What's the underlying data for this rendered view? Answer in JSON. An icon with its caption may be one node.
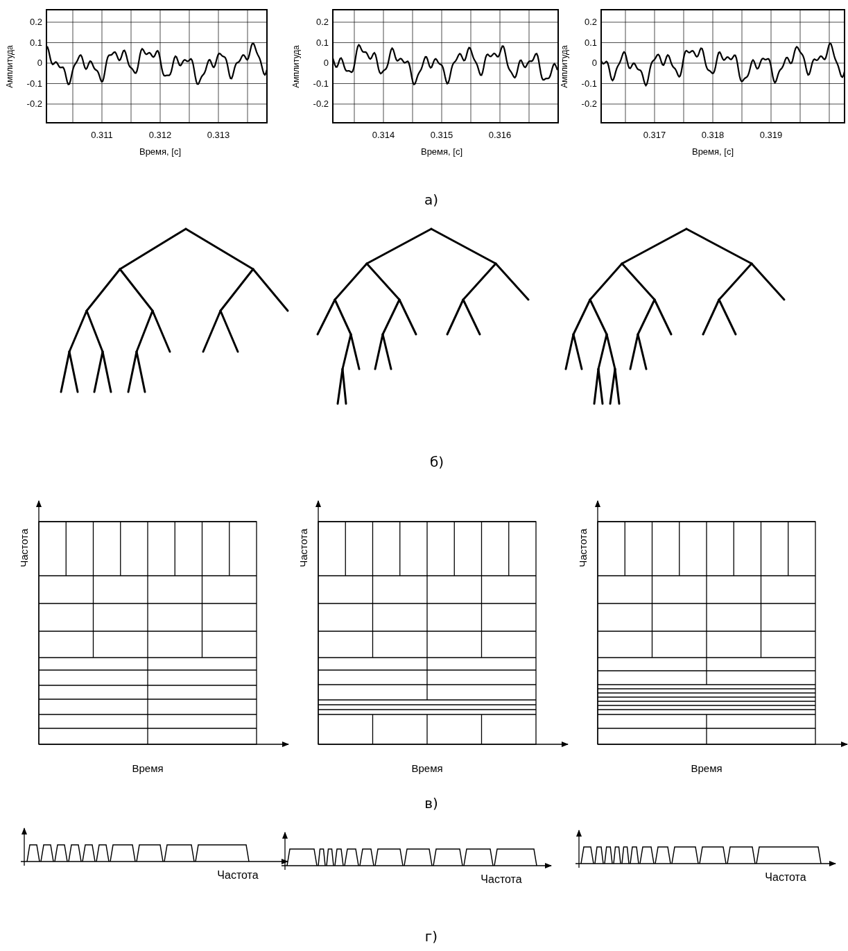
{
  "diagram": {
    "labels": [
      "0.2",
      "0.1",
      "0",
      "-0.1",
      "-0.2",
      "Амплитуда",
      "0.311",
      "0.312",
      "0.313",
      "Время, [с]",
      "0.2",
      "0.1",
      "0",
      "-0.1",
      "-0.2",
      "Амплитуда",
      "0.314",
      "0.315",
      "0.316",
      "Время, [с]",
      "0.2",
      "0.1",
      "0",
      "-0.1",
      "-0.2",
      "Амплитуда",
      "0.317",
      "0.318",
      "0.319",
      "Время, [с]",
      "а)",
      "б)",
      "Частота",
      "Время",
      "Частота",
      "Время",
      "Частота",
      "Время",
      "в)",
      "Частота",
      "Частота",
      "Частота",
      "г)"
    ]
  }
}
